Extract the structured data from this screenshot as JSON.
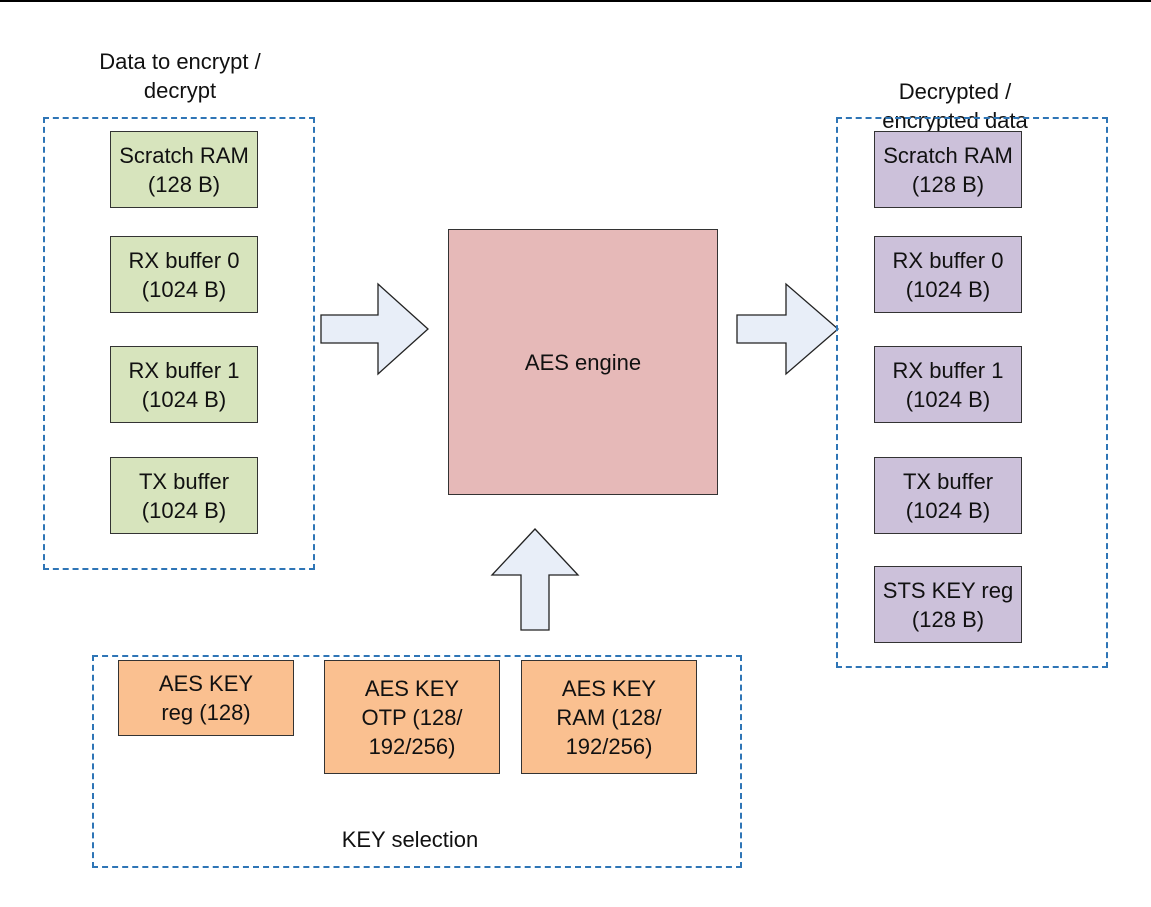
{
  "input_group": {
    "label": "Data to encrypt /\ndecrypt",
    "blocks": [
      "Scratch RAM\n(128 B)",
      "RX buffer 0\n(1024 B)",
      "RX buffer 1\n(1024 B)",
      "TX buffer\n(1024 B)"
    ]
  },
  "output_group": {
    "label": "Decrypted /\nencrypted data",
    "blocks": [
      "Scratch RAM\n(128 B)",
      "RX buffer 0\n(1024 B)",
      "RX buffer 1\n(1024 B)",
      "TX buffer\n(1024 B)",
      "STS KEY reg\n(128 B)"
    ]
  },
  "engine": {
    "label": "AES engine"
  },
  "key_group": {
    "label": "KEY selection",
    "blocks": [
      "AES KEY\nreg (128)",
      "AES KEY\nOTP (128/\n192/256)",
      "AES KEY\nRAM (128/\n192/256)"
    ]
  },
  "colors": {
    "dashed_border": "#2e75b6",
    "input_fill": "#d7e4bd",
    "output_fill": "#ccc1da",
    "key_fill": "#fac090",
    "engine_fill": "#e6b9b8",
    "arrow_fill": "#e8eef8"
  }
}
